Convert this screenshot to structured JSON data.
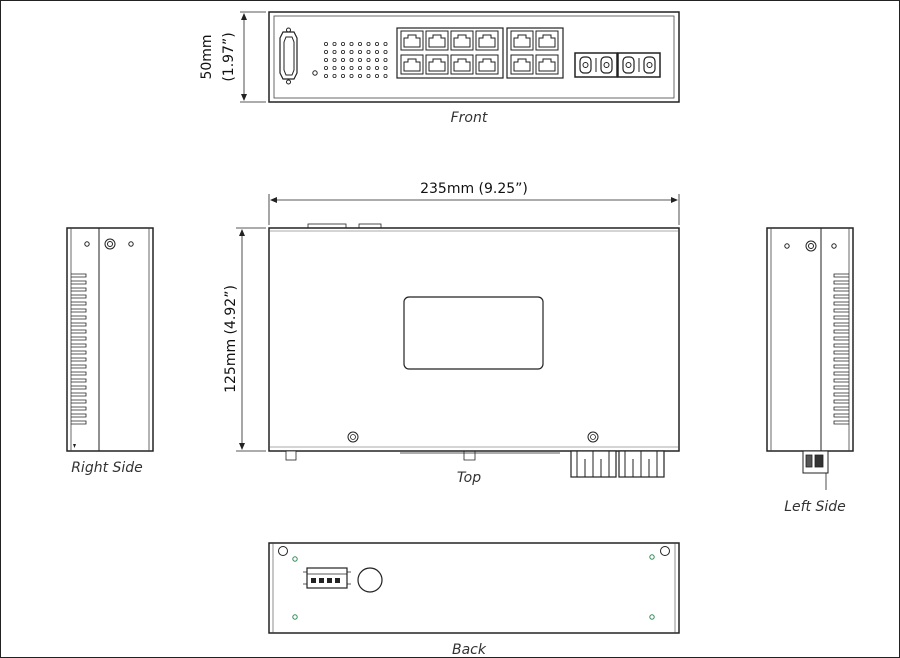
{
  "views": {
    "front_label": "Front",
    "top_label": "Top",
    "right_label": "Right Side",
    "left_label": "Left Side",
    "back_label": "Back"
  },
  "dimensions": {
    "height_mm": "50mm",
    "height_in": "(1.97”)",
    "width": "235mm (9.25”)",
    "depth": "125mm (4.92”)"
  },
  "colors": {
    "line": "#222222",
    "accent_dot": "#2e8b57"
  }
}
